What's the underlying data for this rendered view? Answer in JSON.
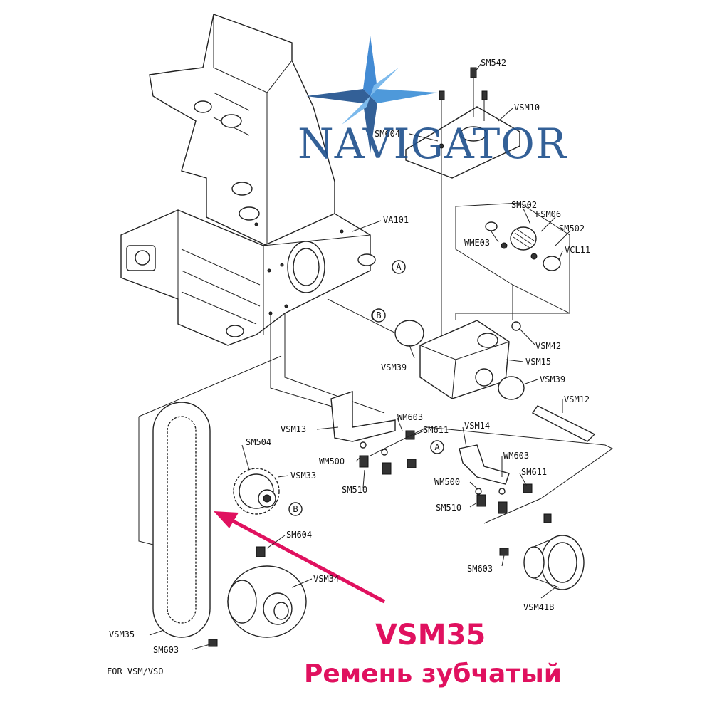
{
  "logo": {
    "text": "NAVIGATOR",
    "color": "#1e4f8c",
    "accent": "#3b8fd6"
  },
  "caption": {
    "code": "VSM35",
    "description": "Ремень зубчатый",
    "color": "#e0115f"
  },
  "footer_note": "FOR VSM/VSO",
  "part_labels": [
    "SM542",
    "VSM10",
    "SM604",
    "SM502",
    "FSM06",
    "SM502",
    "WME03",
    "VCL11",
    "VA101",
    "VSM42",
    "VSM15",
    "VSM39",
    "VSM39",
    "VSM12",
    "WM603",
    "SM611",
    "VSM13",
    "VSM14",
    "WM603",
    "SM504",
    "VSM33",
    "WM500",
    "SM510",
    "SM611",
    "WM500",
    "SM510",
    "SM604",
    "SM603",
    "VSM34",
    "VSM41B",
    "VSM35",
    "SM603"
  ],
  "callouts": [
    "A",
    "B",
    "A",
    "B"
  ]
}
